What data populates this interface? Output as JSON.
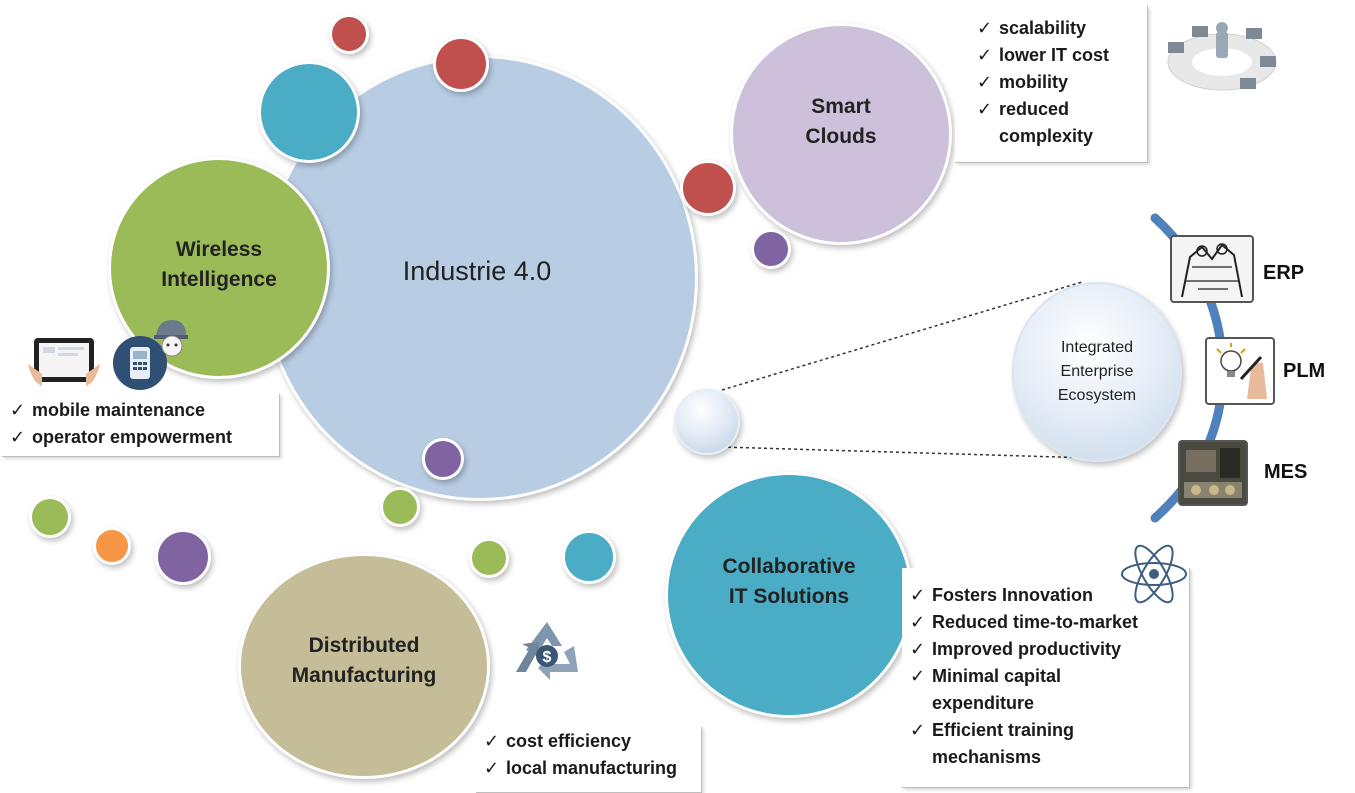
{
  "diagram": {
    "center_label": "Industrie 4.0",
    "nodes": {
      "smart_clouds": {
        "label_line1": "Smart",
        "label_line2": "Clouds"
      },
      "wireless": {
        "label_line1": "Wireless",
        "label_line2": "Intelligence"
      },
      "distributed": {
        "label_line1": "Distributed",
        "label_line2": "Manufacturing"
      },
      "collaborative": {
        "label_line1": "Collaborative",
        "label_line2": "IT Solutions"
      },
      "ecosystem": {
        "label_line1": "Integrated",
        "label_line2": "Enterprise",
        "label_line3": "Ecosystem"
      }
    },
    "systems": [
      "ERP",
      "PLM",
      "MES"
    ],
    "check_mark": "✓",
    "lists": {
      "smart_clouds": [
        "scalability",
        "lower IT cost",
        "mobility",
        "reduced",
        "complexity"
      ],
      "wireless": [
        "mobile maintenance",
        "operator empowerment"
      ],
      "distributed": [
        "cost efficiency",
        "local manufacturing"
      ],
      "collaborative": [
        "Fosters Innovation",
        "Reduced time-to-market",
        "Improved productivity",
        "Minimal capital",
        "expenditure",
        "Efficient training",
        "mechanisms"
      ]
    },
    "colors": {
      "center": "#b8cce4",
      "smart_clouds": "#ccc0da",
      "wireless": "#9bbb59",
      "distributed": "#c4bd97",
      "collaborative": "#4bacc6",
      "red": "#c0504d",
      "purple": "#8064a2",
      "orange": "#f79646",
      "teal": "#4bacc6",
      "green": "#9bbb59",
      "arc_blue": "#4f81bd"
    },
    "icons": [
      "network-cloud-icon",
      "tablet-icon",
      "mobile-device-icon",
      "worker-helmet-icon",
      "recycle-dollar-icon",
      "atom-icon",
      "erp-sketch-icon",
      "plm-lightbulb-icon",
      "mes-machine-icon"
    ]
  }
}
